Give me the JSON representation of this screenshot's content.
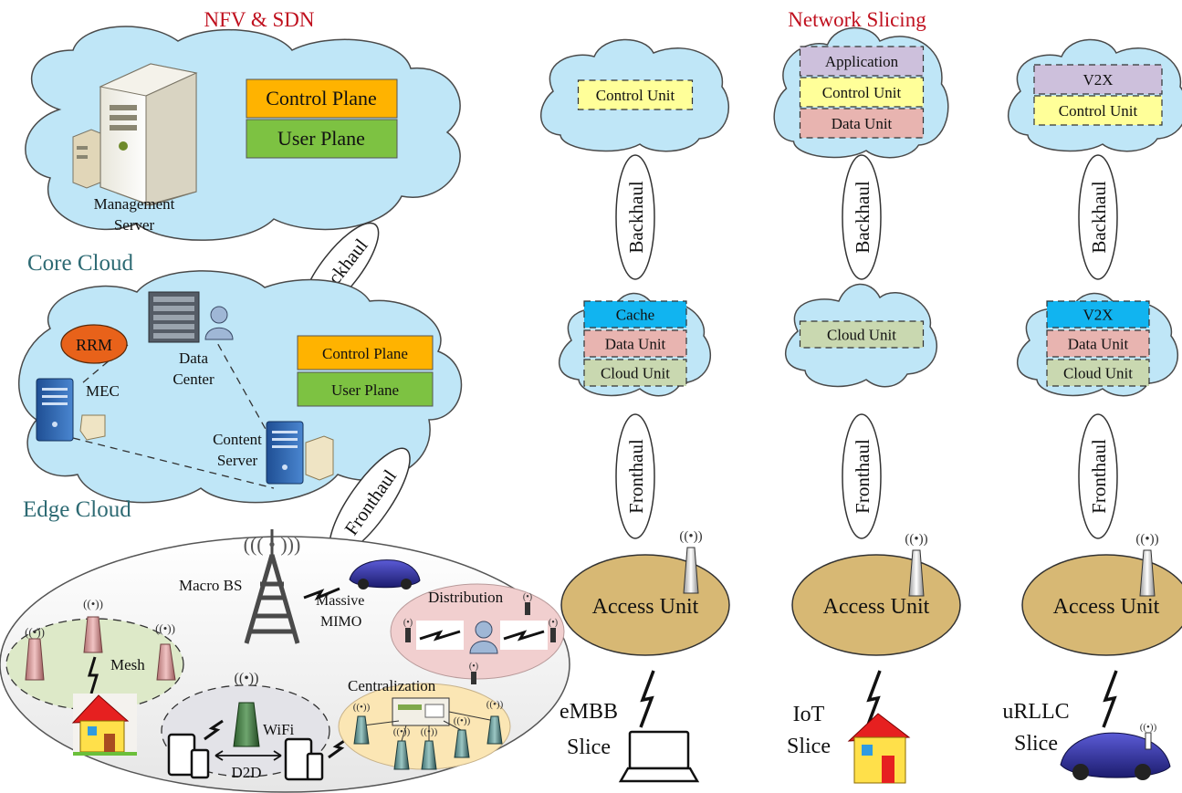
{
  "titles": {
    "left": "NFV & SDN",
    "right": "Network Slicing"
  },
  "core_cloud": {
    "label": "Core Cloud",
    "server_label_1": "Management",
    "server_label_2": "Server",
    "control_plane": "Control Plane",
    "user_plane": "User Plane"
  },
  "edge_cloud": {
    "label": "Edge Cloud",
    "rrm": "RRM",
    "data_center_1": "Data",
    "data_center_2": "Center",
    "mec": "MEC",
    "content_server_1": "Content",
    "content_server_2": "Server",
    "control_plane": "Control Plane",
    "user_plane": "User Plane"
  },
  "links": {
    "backhaul": "Backhaul",
    "fronthaul": "Fronthaul"
  },
  "ran": {
    "macro_bs": "Macro BS",
    "massive_1": "Massive",
    "massive_2": "MIMO",
    "distribution": "Distribution",
    "mesh": "Mesh",
    "wifi": "WiFi",
    "d2d": "D2D",
    "centralization": "Centralization"
  },
  "slices": [
    {
      "top_units": [
        "Control Unit"
      ],
      "backhaul": "Backhaul",
      "edge_units": [
        "Cache",
        "Data Unit",
        "Cloud Unit"
      ],
      "fronthaul": "Fronthaul",
      "access": "Access Unit",
      "slice_line1": "eMBB",
      "slice_line2": "Slice"
    },
    {
      "top_units": [
        "Application",
        "Control Unit",
        "Data Unit"
      ],
      "backhaul": "Backhaul",
      "edge_units": [
        "Cloud Unit"
      ],
      "fronthaul": "Fronthaul",
      "access": "Access Unit",
      "slice_line1": "IoT",
      "slice_line2": "Slice"
    },
    {
      "top_units": [
        "V2X",
        "Control Unit"
      ],
      "backhaul": "Backhaul",
      "edge_units": [
        "V2X",
        "Data Unit",
        "Cloud Unit"
      ],
      "fronthaul": "Fronthaul",
      "access": "Access Unit",
      "slice_line1": "uRLLC",
      "slice_line2": "Slice"
    }
  ],
  "colors": {
    "cloud_fill": "#bfe6f7",
    "title_red": "#c0111f",
    "cloud_label": "#2d6a73",
    "control_plane": "#ffb300",
    "user_plane": "#7dc242",
    "cache": "#11b4f0",
    "data_unit": "#e8b4b0",
    "cloud_unit": "#c9d8b0",
    "control_unit": "#ffff99",
    "application": "#cdc0dc",
    "access_unit": "#d7b874",
    "rrm": "#e8621a"
  }
}
